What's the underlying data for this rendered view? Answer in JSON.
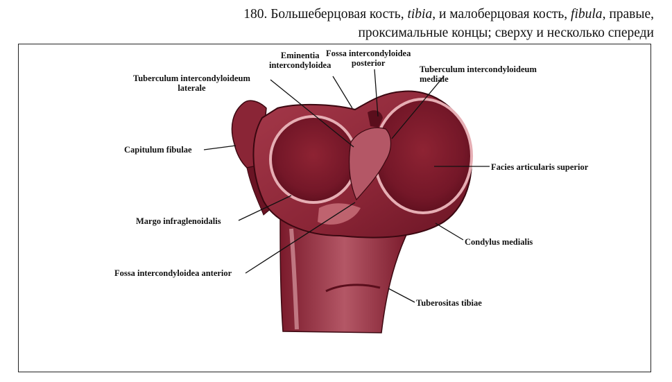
{
  "caption": {
    "number": "180.",
    "part1": "Большеберцовая кость,",
    "tibia": "tibia",
    "part2": ", и малоберцовая кость,",
    "fibula": "fibula",
    "part3": ", правые,",
    "line2": "проксимальные концы; сверху и несколько спереди"
  },
  "labels": {
    "eminentia_1": "Eminentia",
    "eminentia_2": "intercondyloidea",
    "fossa_post_1": "Fossa intercondyloidea",
    "fossa_post_2": "posterior",
    "tub_med_1": "Tuberculum intercondyloideum",
    "tub_med_2": "mediale",
    "tub_lat_1": "Tuberculum intercondyloideum",
    "tub_lat_2": "laterale",
    "capitulum": "Capitulum fibulae",
    "facies": "Facies articularis superior",
    "margo": "Margo infraglenoidalis",
    "condylus": "Condylus medialis",
    "fossa_ant": "Fossa intercondyloidea anterior",
    "tuberositas": "Tuberositas tibiae"
  },
  "colors": {
    "bone_dark": "#6e1322",
    "bone_mid": "#9c2f3d",
    "bone_light": "#c86e79",
    "bone_pale": "#e6aeb4",
    "line": "#111111"
  }
}
